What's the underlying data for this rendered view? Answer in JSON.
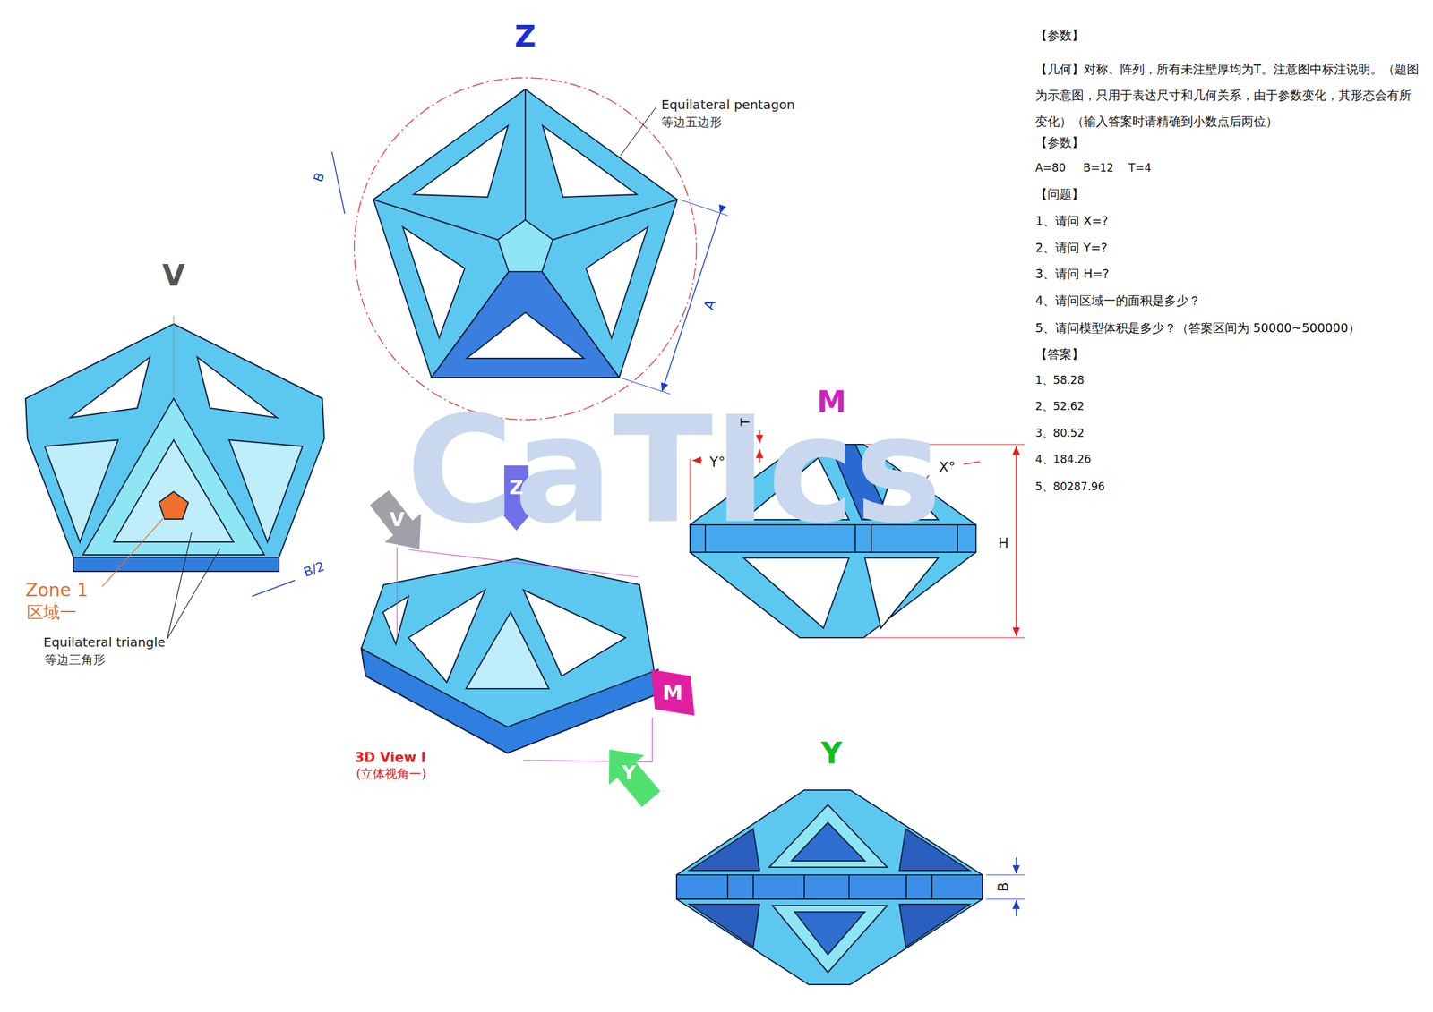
{
  "diagram": {
    "labels": [
      "Z",
      "Equilateral pentagon",
      "等边五边形",
      "B",
      "A",
      "V",
      "Zone 1",
      "区域一",
      "B/2",
      "Equilateral triangle",
      "等边三角形",
      "CaTIcs",
      "M",
      "T",
      "Y°",
      "X°",
      "H",
      "Z",
      "V",
      "M",
      "Y",
      "3D View I",
      "(立体视角一)",
      "Y",
      "B",
      "【参数】",
      "【几何】对称、阵列，所有未注壁厚均为T。注意图中标注说明。（题图为示意图，只用于表达尺寸和几何关系，由于参数变化，其形态会有所变化）（输入答案时请精确到小数点后两位）",
      "【参数】",
      "A=80",
      "B=12",
      "T=4",
      "【问题】",
      "1、请问 X=?",
      "2、请问 Y=?",
      "3、请问 H=?",
      "4、请问区域一的面积是多少？",
      "5、请问模型体积是多少？（答案区间为 50000~500000）",
      "【答案】",
      "1、58.28",
      "2、52.62",
      "3、80.52",
      "4、184.26",
      "5、80287.96"
    ]
  }
}
